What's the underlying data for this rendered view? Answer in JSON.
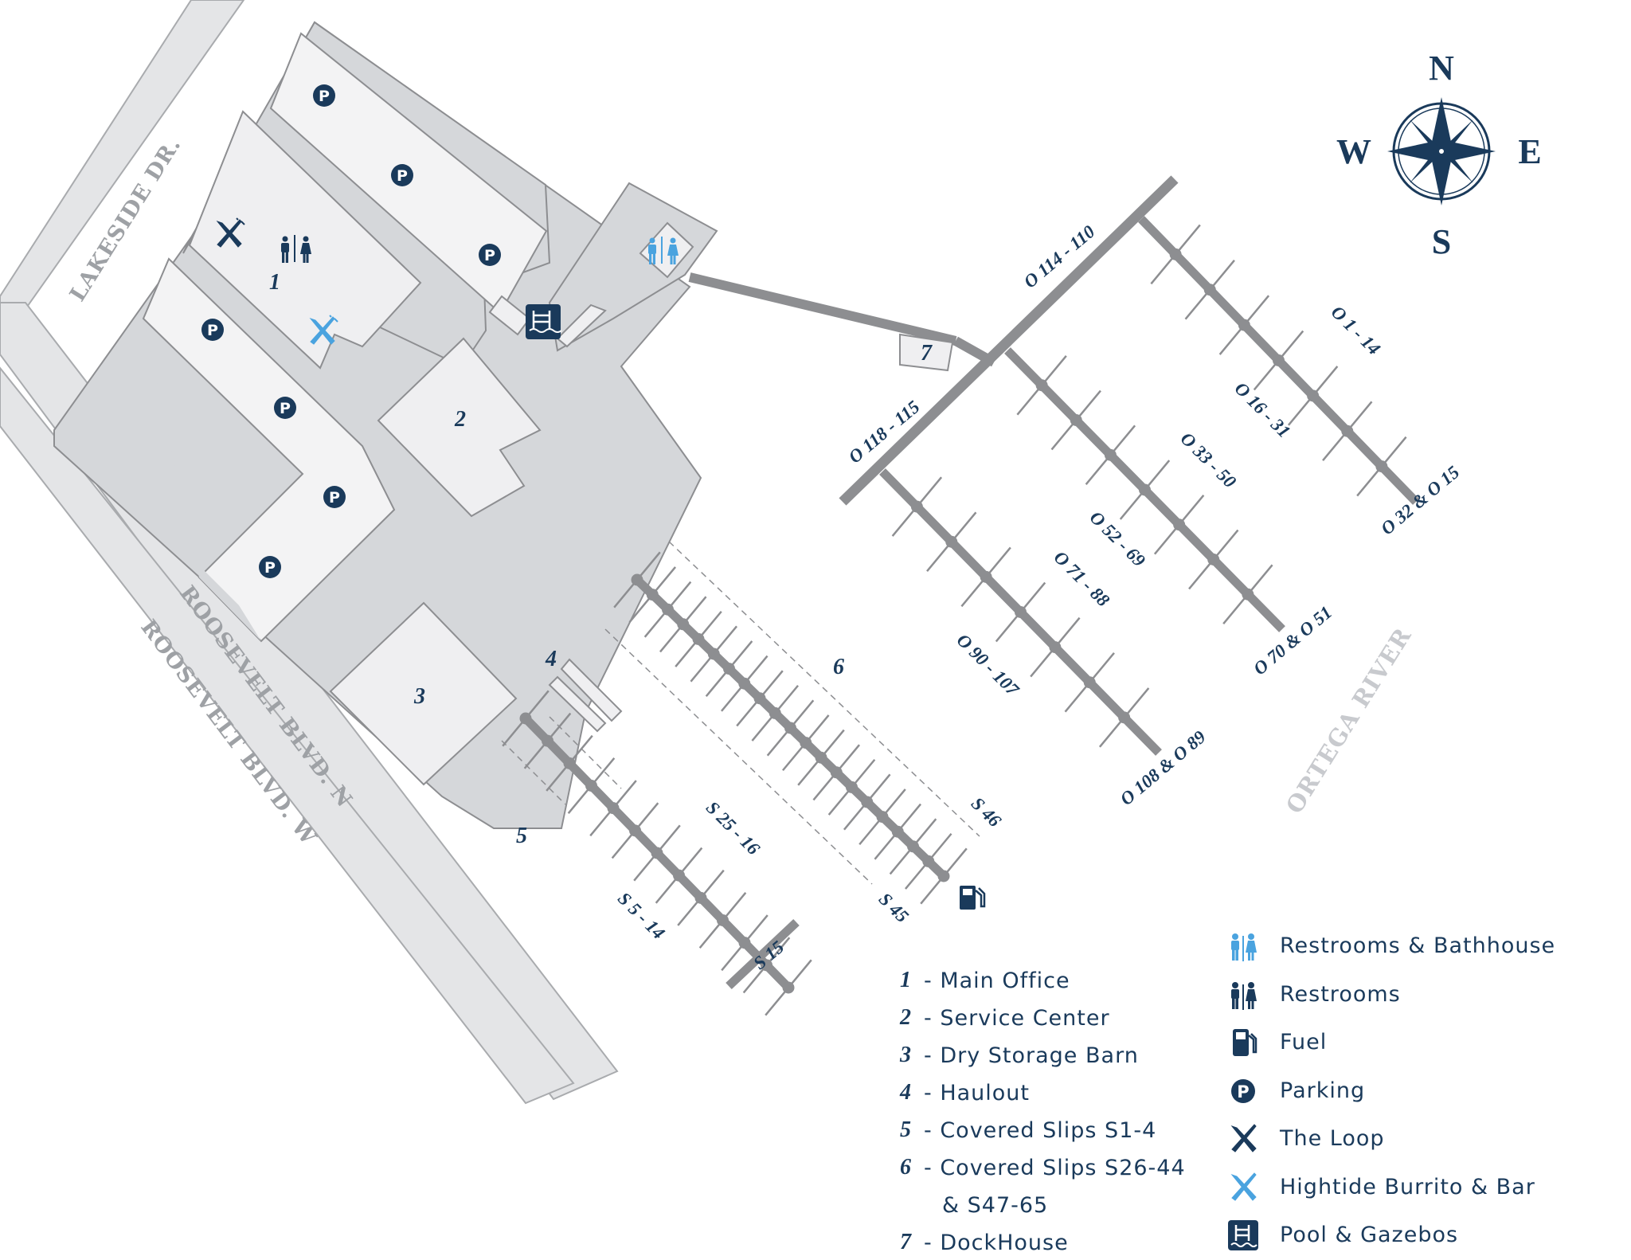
{
  "roads": {
    "lakeside": "LAKESIDE DR.",
    "roosevelt_n": "ROOSEVELT BLVD. N",
    "roosevelt_w": "ROOSEVELT BLVD. W"
  },
  "river": "ORTEGA RIVER",
  "compass": {
    "n": "N",
    "s": "S",
    "e": "E",
    "w": "W"
  },
  "building_numbers": {
    "b1": "1",
    "b2": "2",
    "b3": "3",
    "b4": "4",
    "b5": "5",
    "b6": "6",
    "b7": "7"
  },
  "dock_labels": {
    "o114": "O 114 - 110",
    "o118": "O 118 - 115",
    "o1": "O 1 - 14",
    "o16": "O 16 - 31",
    "o32": "O 32 & O 15",
    "o33": "O 33 - 50",
    "o52": "O 52 - 69",
    "o70": "O 70 & O 51",
    "o71": "O 71 - 88",
    "o90": "O 90 - 107",
    "o108": "O 108 & O 89",
    "s46": "S 46",
    "s45": "S 45",
    "s25": "S 25 - 16",
    "s5": "S 5 - 14",
    "s15": "S 15"
  },
  "legend_numbered": [
    {
      "num": "1",
      "text": "- Main Office"
    },
    {
      "num": "2",
      "text": "- Service Center"
    },
    {
      "num": "3",
      "text": "- Dry Storage Barn"
    },
    {
      "num": "4",
      "text": "- Haulout"
    },
    {
      "num": "5",
      "text": "- Covered Slips S1-4"
    },
    {
      "num": "6",
      "text": "- Covered Slips S26-44"
    },
    {
      "num": "",
      "text": "& S47-65"
    },
    {
      "num": "7",
      "text": "- DockHouse"
    }
  ],
  "legend_icons": [
    {
      "icon": "restrooms-bathhouse-icon",
      "text": "Restrooms & Bathhouse"
    },
    {
      "icon": "restrooms-icon",
      "text": "Restrooms"
    },
    {
      "icon": "fuel-icon",
      "text": "Fuel"
    },
    {
      "icon": "parking-icon",
      "text": "Parking"
    },
    {
      "icon": "dining-icon",
      "text": "The Loop"
    },
    {
      "icon": "dining-light-icon",
      "text": "Hightide Burrito & Bar"
    },
    {
      "icon": "pool-icon",
      "text": "Pool & Gazebos"
    }
  ],
  "map_icons": {
    "parking": "P"
  },
  "colors": {
    "navy": "#1a3a5b",
    "light_blue": "#4aa3df",
    "lot": "#d5d7da",
    "road": "#e4e5e7",
    "building": "#efeff1",
    "dock": "#8d8e91"
  }
}
